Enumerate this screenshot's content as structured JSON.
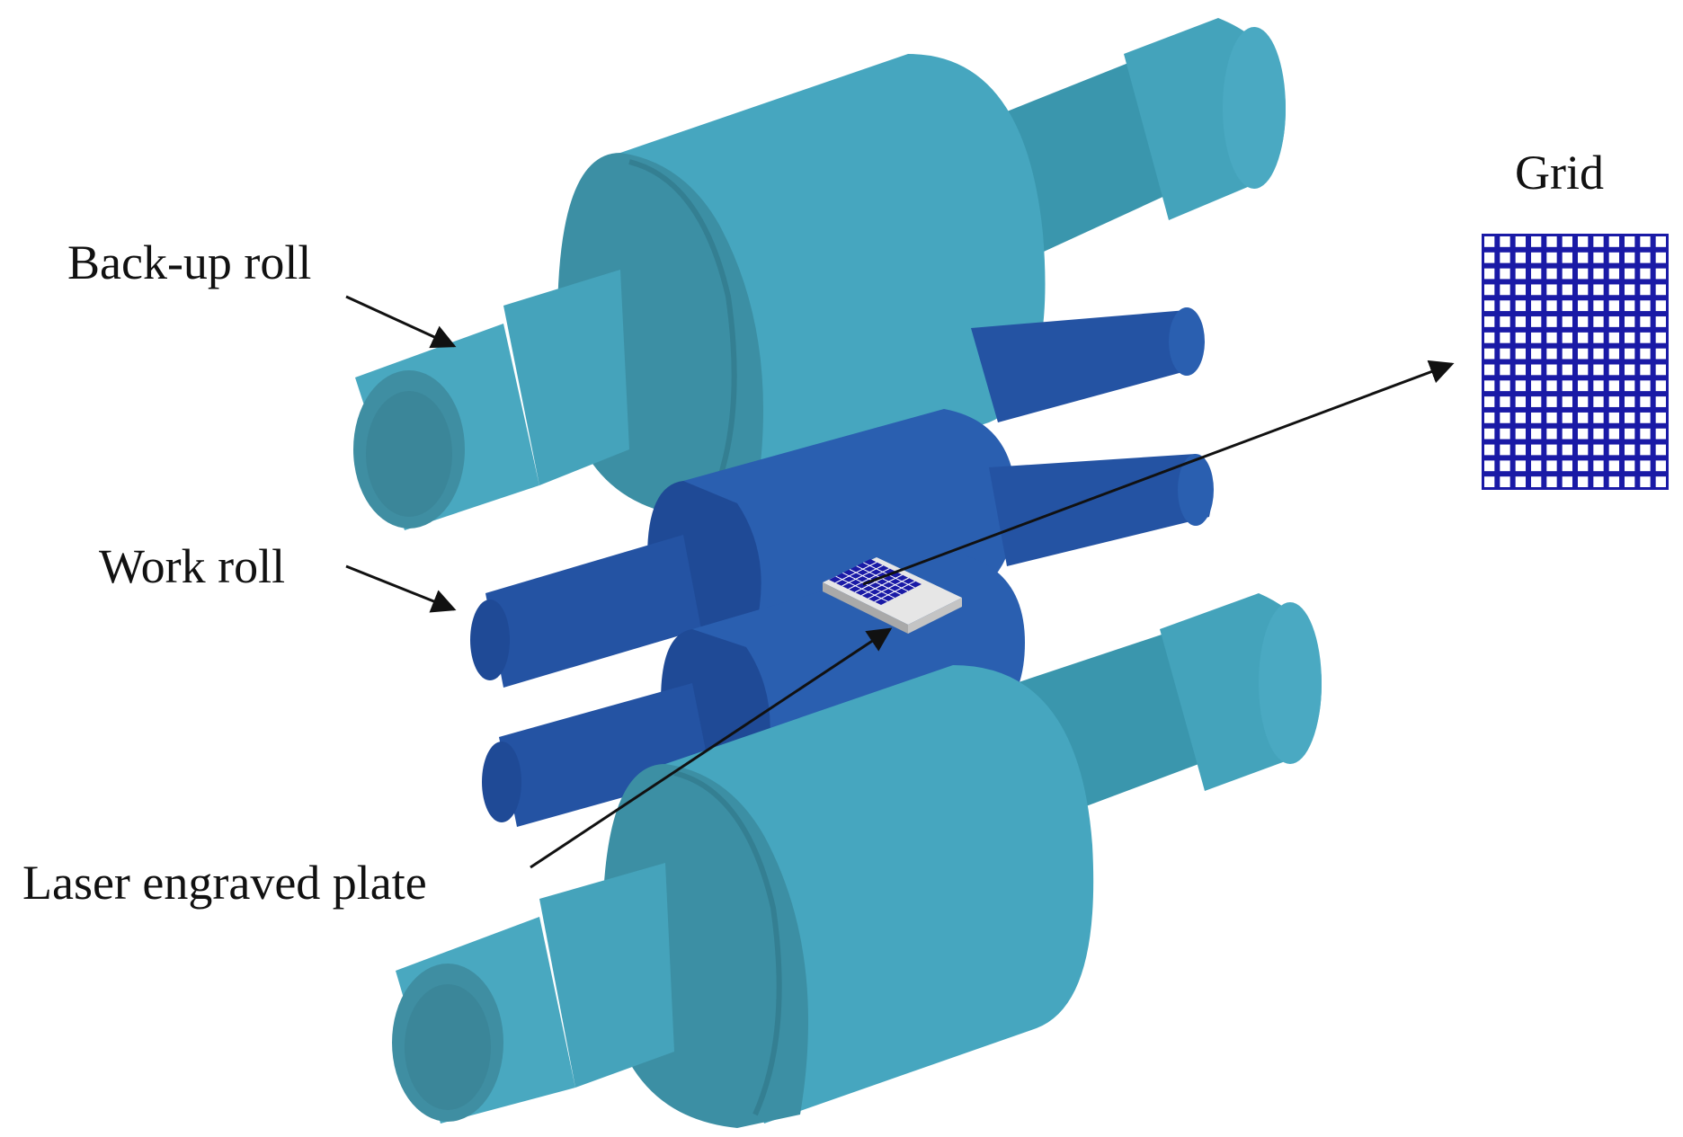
{
  "labels": {
    "backup_roll": "Back-up roll",
    "work_roll": "Work roll",
    "laser_plate": "Laser engraved plate",
    "grid": "Grid"
  },
  "colors": {
    "background": "#ffffff",
    "backup_roll_front": "#4aa9c2",
    "backup_roll_face": "#3e8a9c",
    "backup_roll_side": "#3a96ad",
    "work_roll_front": "#2a5fb0",
    "work_roll_face": "#1f4a96",
    "work_roll_side": "#2453a3",
    "grid_blue": "#1a1aa6",
    "plate_light": "#e6e6e6",
    "plate_edge": "#a9a9a9",
    "arrow": "#111111"
  },
  "grid": {
    "rows": 16,
    "cols": 12
  }
}
